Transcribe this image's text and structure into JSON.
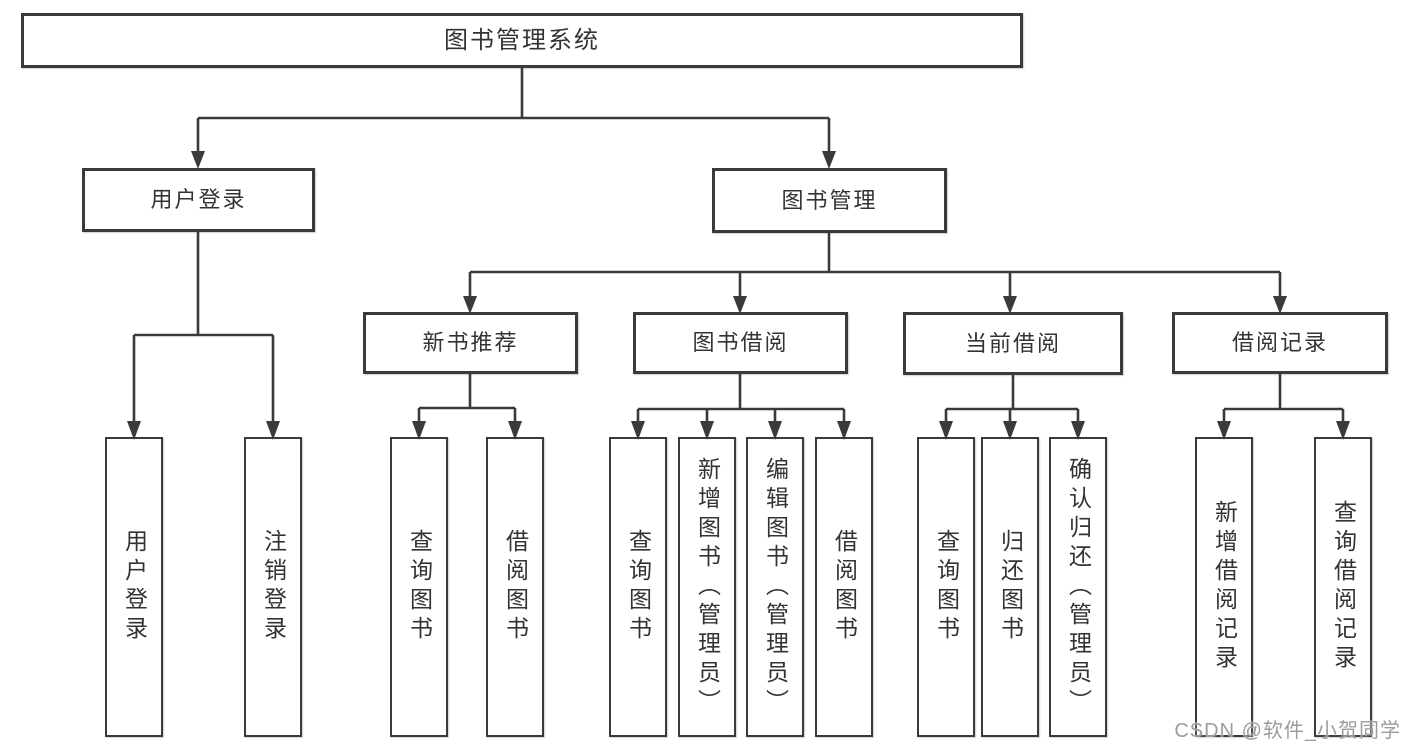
{
  "colors": {
    "line": "#3a3a3a",
    "box_border": "#3a3a3a",
    "text": "#333333",
    "watermark": "#9c9c9c",
    "background": "#ffffff"
  },
  "tree": {
    "root": {
      "label": "图书管理系统",
      "children": [
        {
          "label": "用户登录",
          "children": [
            {
              "label": "用户登录"
            },
            {
              "label": "注销登录"
            }
          ]
        },
        {
          "label": "图书管理",
          "children": [
            {
              "label": "新书推荐",
              "children": [
                {
                  "label": "查询图书"
                },
                {
                  "label": "借阅图书"
                }
              ]
            },
            {
              "label": "图书借阅",
              "children": [
                {
                  "label": "查询图书"
                },
                {
                  "label": "新增图书（管理员）"
                },
                {
                  "label": "编辑图书（管理员）"
                },
                {
                  "label": "借阅图书"
                }
              ]
            },
            {
              "label": "当前借阅",
              "children": [
                {
                  "label": "查询图书"
                },
                {
                  "label": "归还图书"
                },
                {
                  "label": "确认归还（管理员）"
                }
              ]
            },
            {
              "label": "借阅记录",
              "children": [
                {
                  "label": "新增借阅记录"
                },
                {
                  "label": "查询借阅记录"
                }
              ]
            }
          ]
        }
      ]
    }
  },
  "watermark": {
    "text": "CSDN @软件_小贺同学"
  }
}
